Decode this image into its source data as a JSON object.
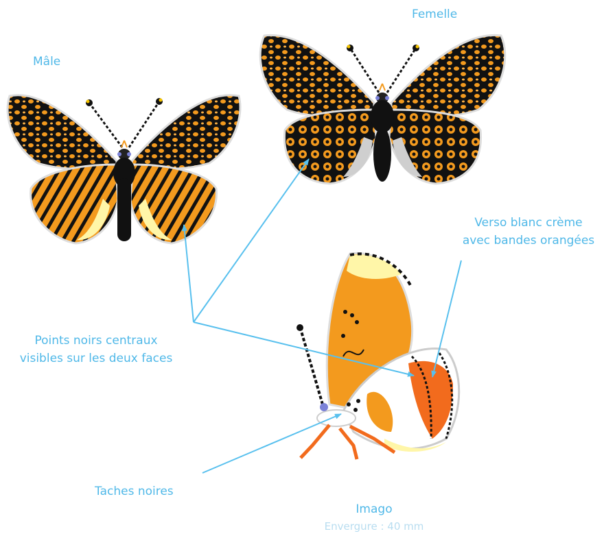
{
  "labels": {
    "male": "Mâle",
    "female": "Femelle",
    "verso_line1": "Verso blanc crème",
    "verso_line2": "avec bandes orangées",
    "points_line1": "Points noirs centraux",
    "points_line2": "visibles sur les deux faces",
    "taches": "Taches noires",
    "imago": "Imago",
    "wingspan": "Envergure : 40  mm"
  },
  "colors": {
    "label": "#4fb8e8",
    "wing_orange": "#f39a1e",
    "wing_dark": "#111111",
    "cream": "#fff6a8",
    "arrow": "#58c0ee"
  }
}
